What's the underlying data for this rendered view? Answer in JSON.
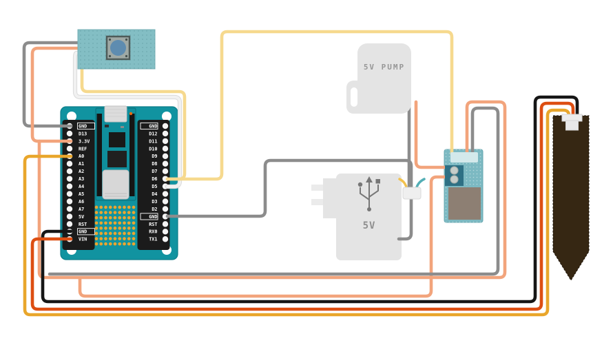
{
  "pump": {
    "label": "5V PUMP"
  },
  "power_adapter": {
    "label": "5V"
  },
  "arduino": {
    "left_pins": [
      "GND",
      "D13",
      "3.3V",
      "REF",
      "A0",
      "A1",
      "A2",
      "A3",
      "A4",
      "A5",
      "A6",
      "A7",
      "5V",
      "RST",
      "GND",
      "VIN"
    ],
    "right_pins": [
      "GND",
      "D12",
      "D11",
      "D10",
      "D9",
      "D8",
      "D7",
      "D6",
      "D5",
      "D4",
      "D3",
      "D2",
      "GND",
      "RST",
      "RX0",
      "TX1"
    ]
  },
  "colors": {
    "board_teal": "#1193A0",
    "button_module_teal": "#83BEC4",
    "relay_teal": "#7CB9C2",
    "component_gray": "#E4E4E4",
    "probe_brown": "#362713",
    "wires": {
      "gray": "#8C8C8C",
      "salmon": "#F2A47C",
      "white": "#F1F1F1",
      "white_edge": "#DADADA",
      "lightyellow": "#F6D98E",
      "amber": "#E9A62B",
      "redorange": "#DD4E12",
      "black": "#161616",
      "stub_yellow": "#F2C24E",
      "stub_teal": "#53AEB5"
    }
  }
}
